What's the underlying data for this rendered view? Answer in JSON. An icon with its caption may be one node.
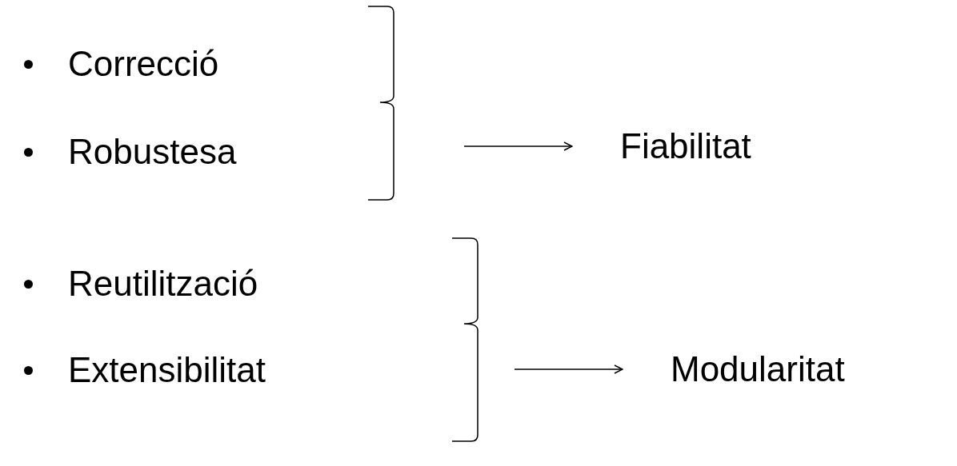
{
  "diagram": {
    "nodes": [
      {
        "text": [
          "Fiabilitat"
        ]
      },
      {
        "text": [
          "Modularitat"
        ]
      }
    ],
    "edges": [
      {
        "from": null,
        "to": 0,
        "arrow": "to"
      },
      {
        "from": null,
        "to": 1,
        "arrow": "to"
      }
    ],
    "labels": [
      "Correcció",
      "Robustesa",
      "Reutilització",
      "Extensibilitat"
    ]
  }
}
